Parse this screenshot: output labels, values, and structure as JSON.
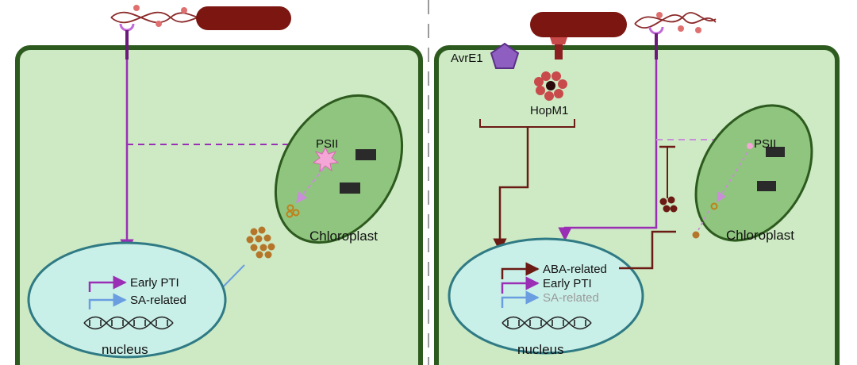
{
  "left_panel": {
    "psii_label": "PSII",
    "chloroplast_label": "Chloroplast",
    "genes": [
      "Early PTI",
      "SA-related"
    ],
    "nucleus_label": "nucleus"
  },
  "right_panel": {
    "effector_1": "AvrE1",
    "effector_2": "HopM1",
    "psii_label": "PSII",
    "chloroplast_label": "Chloroplast",
    "genes": [
      "ABA-related",
      "Early PTI",
      "SA-related"
    ],
    "nucleus_label": "nucleus"
  },
  "colors": {
    "cell_fill": "#cdeac4",
    "cell_border": "#2d5a1e",
    "chloroplast_fill": "#8fc57e",
    "nucleus_fill": "#c9f0e8",
    "nucleus_border": "#2f7a84",
    "pti_purple": "#9a2fb5",
    "sa_blue": "#6a9ee0",
    "aba_brown": "#6b1a14",
    "bacterium": "#7b1610"
  },
  "icons": [
    "bacterium-icon",
    "flagellum-icon",
    "receptor-icon",
    "avre1-pentagon-icon",
    "hopm1-flower-icon",
    "psii-starburst-icon",
    "dna-helix-icon",
    "ros-dots-icon"
  ]
}
